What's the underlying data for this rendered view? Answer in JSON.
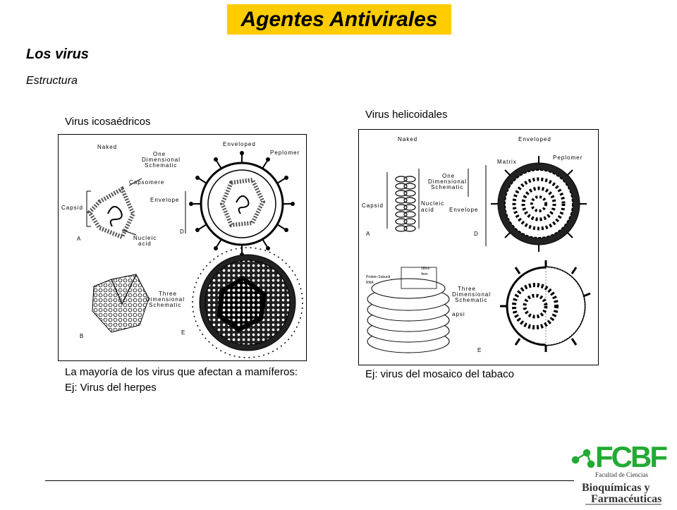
{
  "slide": {
    "title": "Agentes Antivirales",
    "heading": "Los virus",
    "subheading": "Estructura"
  },
  "left_panel": {
    "label": "Virus icosaédricos",
    "caption": "La mayoría de los virus que afectan a mamíferos: Ej: Virus del herpes",
    "figure_text": {
      "naked": "Naked",
      "enveloped": "Enveloped",
      "one_dim": [
        "One",
        "Dimensional",
        "Schematic"
      ],
      "peplomer": "Peplomer",
      "capsomere": "Capsomere",
      "capsid": "Capsid",
      "envelope": "Envelope",
      "nucleic": [
        "Nucleic",
        "acid"
      ],
      "three_dim": [
        "Three",
        "Dimensional",
        "Schematic"
      ],
      "letters": [
        "A",
        "B",
        "D",
        "E"
      ]
    }
  },
  "right_panel": {
    "label": "Virus helicoidales",
    "caption": "Ej: virus del mosaico del tabaco",
    "figure_text": {
      "naked": "Naked",
      "enveloped": "Enveloped",
      "matrix": "Matrix",
      "peplomer": "Peplomer",
      "one_dim": [
        "One",
        "Dimensional",
        "Schematic"
      ],
      "capsid": "Capsid",
      "nucleic": [
        "Nucleic",
        "acid"
      ],
      "envelope": "Envelope",
      "three_dim": [
        "Three",
        "Dimensional",
        "Schematic"
      ],
      "capsid_partial": "apsi",
      "rna": "RNA",
      "subunit": "Protein Subunit",
      "nm18": "18nm",
      "nm4": "4nm",
      "letters": [
        "A",
        "D",
        "E"
      ]
    }
  },
  "logo": {
    "mark": "FCBF",
    "line1": "Facultad de Ciencias",
    "line2": "Bioquímicas y",
    "line3": "Farmacéuticas",
    "colors": {
      "green": "#22aa33",
      "dark": "#333333"
    }
  },
  "theme": {
    "title_bg": "#ffcc00"
  }
}
